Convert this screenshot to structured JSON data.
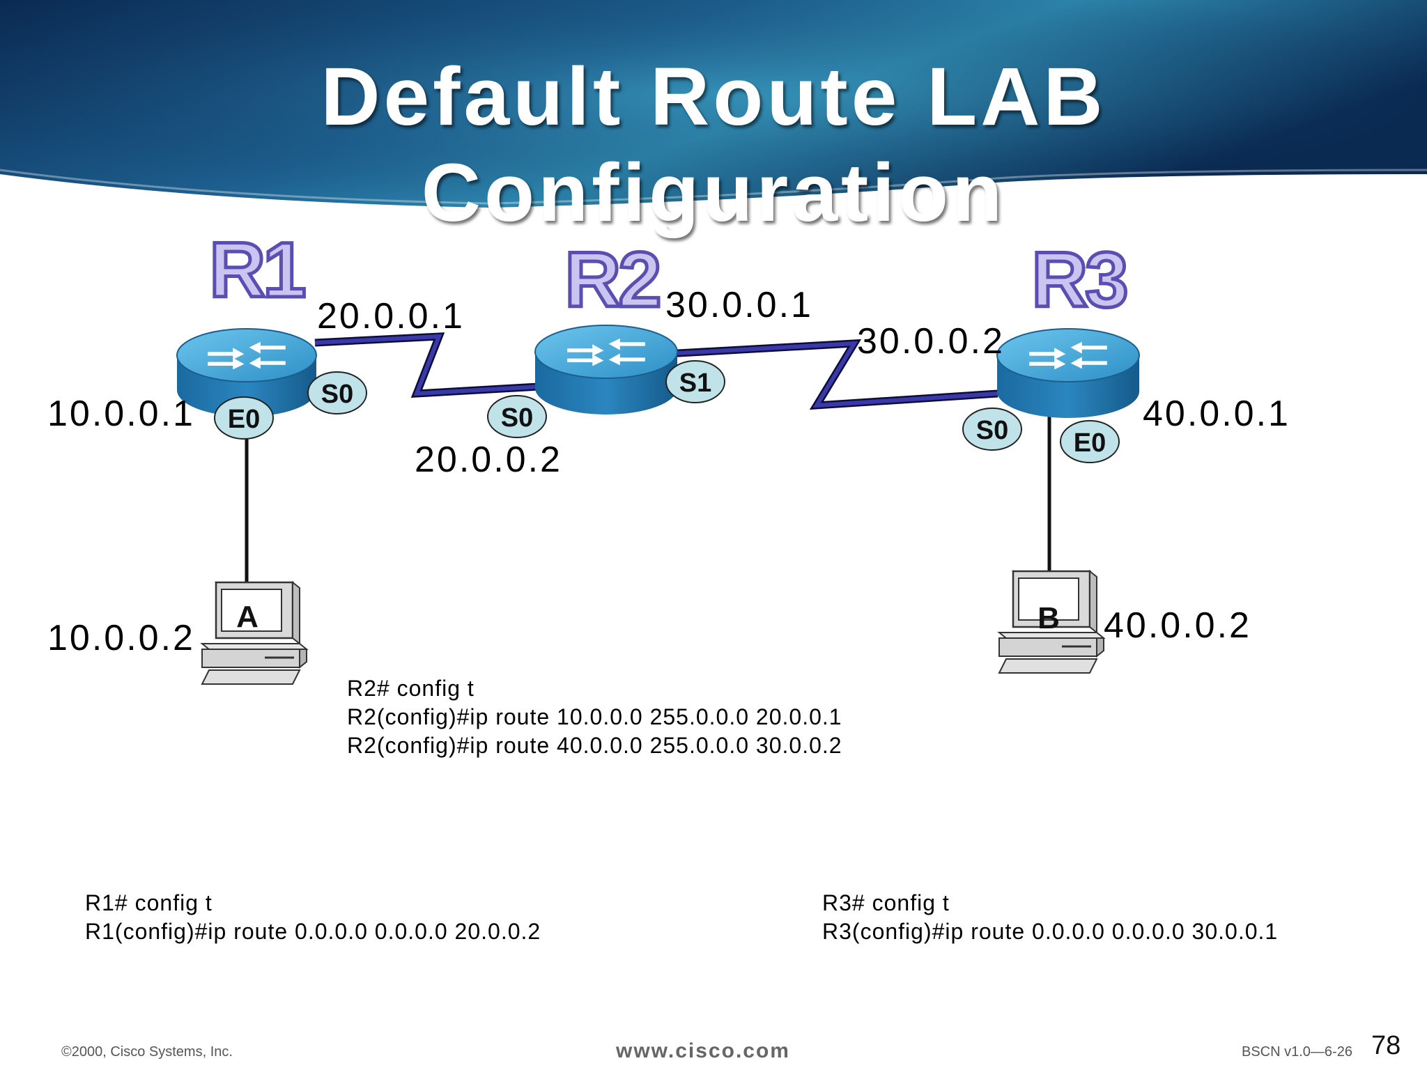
{
  "slide": {
    "title_line1": "Default Route LAB",
    "title_line2": "Configuration",
    "page_number": "78"
  },
  "routers": [
    {
      "name": "R1"
    },
    {
      "name": "R2"
    },
    {
      "name": "R3"
    }
  ],
  "hosts": [
    {
      "name": "A"
    },
    {
      "name": "B"
    }
  ],
  "interfaces": {
    "r1_e0": "E0",
    "r1_s0": "S0",
    "r2_s0": "S0",
    "r2_s1": "S1",
    "r3_s0": "S0",
    "r3_e0": "E0"
  },
  "addresses": {
    "r1_e0": "10.0.0.1",
    "r1_s0": "20.0.0.1",
    "r2_s0": "20.0.0.2",
    "r2_s1": "30.0.0.1",
    "r3_s0": "30.0.0.2",
    "r3_e0": "40.0.0.1",
    "host_a": "10.0.0.2",
    "host_b": "40.0.0.2"
  },
  "configs": {
    "r2": [
      "R2# config t",
      "R2(config)#ip route 10.0.0.0 255.0.0.0 20.0.0.1",
      "R2(config)#ip route 40.0.0.0 255.0.0.0 30.0.0.2"
    ],
    "r1": [
      "R1# config t",
      "R1(config)#ip route 0.0.0.0 0.0.0.0 20.0.0.2"
    ],
    "r3": [
      "R3# config t",
      "R3(config)#ip route 0.0.0.0 0.0.0.0 30.0.0.1"
    ]
  },
  "footer": {
    "copyright": "©2000, Cisco Systems, Inc.",
    "website": "www.cisco.com",
    "course": "BSCN v1.0—6-26"
  },
  "colors": {
    "banner_dark": "#0c2d55",
    "banner_light": "#2a7fa8",
    "router_top": "#3fa6d6",
    "router_side": "#1b6fa6",
    "serial_link": "#2b2a8c",
    "label_bubble": "#bfe3e8",
    "router_name_fill": "#c9c5f0",
    "router_name_stroke": "#5a4fb0"
  }
}
